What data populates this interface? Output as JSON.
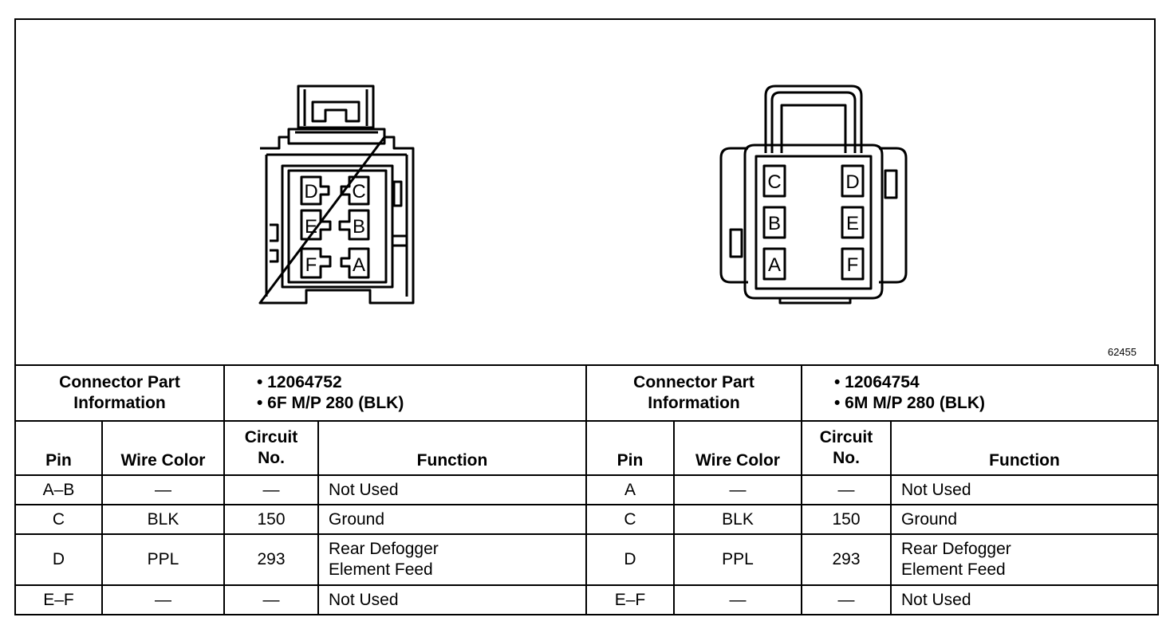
{
  "figure_id": "62455",
  "left_connector": {
    "pins": [
      "D",
      "C",
      "E",
      "B",
      "F",
      "A"
    ],
    "part_info_label": [
      "Connector Part",
      "Information"
    ],
    "part_numbers": [
      "• 12064752",
      "• 6F M/P 280 (BLK)"
    ]
  },
  "right_connector": {
    "pins": [
      "C",
      "D",
      "B",
      "E",
      "A",
      "F"
    ],
    "part_info_label": [
      "Connector Part",
      "Information"
    ],
    "part_numbers": [
      "• 12064754",
      "• 6M M/P 280 (BLK)"
    ]
  },
  "headers": {
    "pin": "Pin",
    "wire_color": "Wire Color",
    "circuit": [
      "Circuit",
      "No."
    ],
    "function": "Function"
  },
  "left_rows": [
    {
      "pin": "A–B",
      "wire": "—",
      "circuit": "—",
      "function": [
        "Not Used"
      ]
    },
    {
      "pin": "C",
      "wire": "BLK",
      "circuit": "150",
      "function": [
        "Ground"
      ]
    },
    {
      "pin": "D",
      "wire": "PPL",
      "circuit": "293",
      "function": [
        "Rear Defogger",
        "Element Feed"
      ]
    },
    {
      "pin": "E–F",
      "wire": "—",
      "circuit": "—",
      "function": [
        "Not Used"
      ]
    }
  ],
  "right_rows": [
    {
      "pin": "A",
      "wire": "—",
      "circuit": "—",
      "function": [
        "Not Used"
      ]
    },
    {
      "pin": "C",
      "wire": "BLK",
      "circuit": "150",
      "function": [
        "Ground"
      ]
    },
    {
      "pin": "D",
      "wire": "PPL",
      "circuit": "293",
      "function": [
        "Rear Defogger",
        "Element Feed"
      ]
    },
    {
      "pin": "E–F",
      "wire": "—",
      "circuit": "—",
      "function": [
        "Not Used"
      ]
    }
  ]
}
